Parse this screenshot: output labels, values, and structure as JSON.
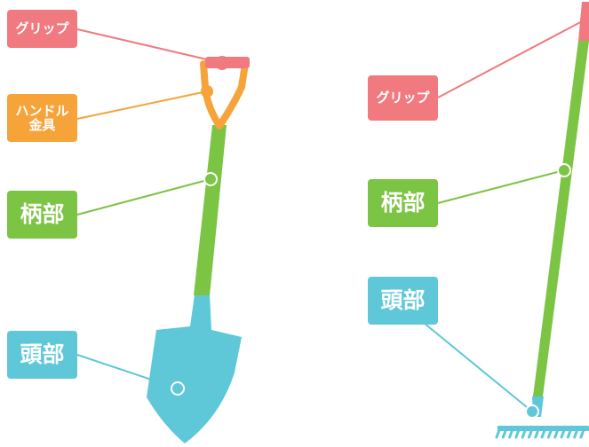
{
  "colors": {
    "grip": "#f07a7f",
    "handle_fitting": "#f6a33a",
    "shaft": "#7cc443",
    "head": "#5ec8d8"
  },
  "shovel": {
    "grip_label": "グリップ",
    "handle_fitting_label": "ハンドル\n金具",
    "shaft_label": "柄部",
    "head_label": "頭部"
  },
  "rake": {
    "grip_label": "グリップ",
    "shaft_label": "柄部",
    "head_label": "頭部"
  }
}
